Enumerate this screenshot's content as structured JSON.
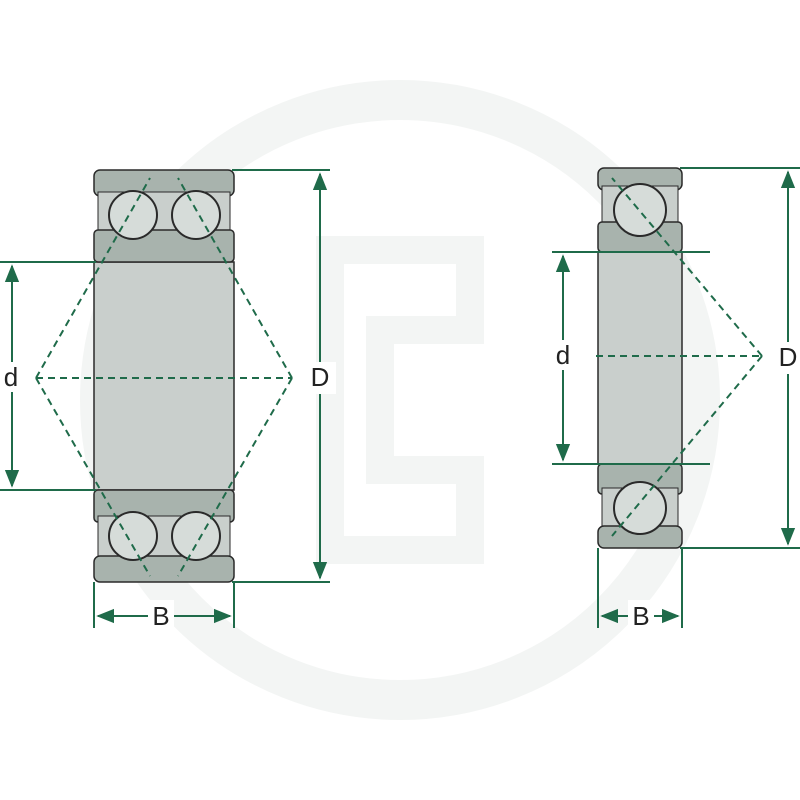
{
  "colors": {
    "line": "#1f6b4a",
    "body_fill": "#c9cfcc",
    "ring_fill": "#a8b3ad",
    "ball_fill": "#d6dcd9",
    "outline": "#2a2a2a",
    "background": "#ffffff",
    "watermark": "#f1f4f2"
  },
  "double_row_bearing": {
    "labels": {
      "bore": "d",
      "outer": "D",
      "width": "B"
    }
  },
  "single_row_bearing": {
    "labels": {
      "bore": "d",
      "outer": "D",
      "width": "B"
    }
  }
}
